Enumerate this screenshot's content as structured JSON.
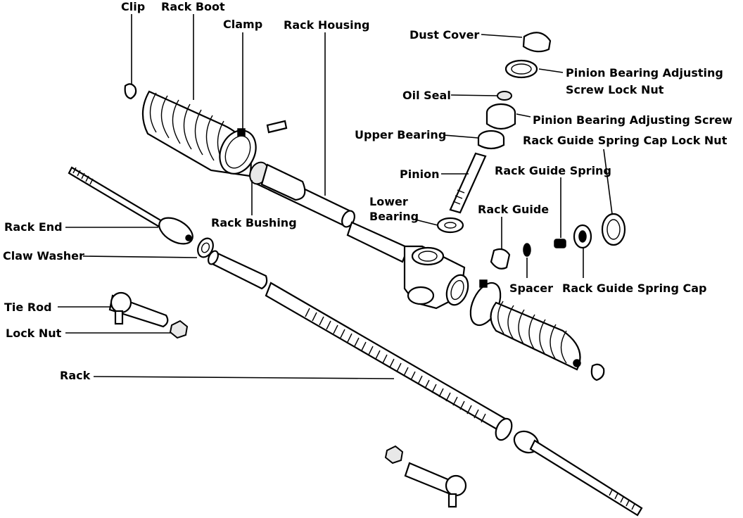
{
  "labels": {
    "clip": "Clip",
    "rack_boot": "Rack Boot",
    "clamp": "Clamp",
    "rack_housing": "Rack Housing",
    "dust_cover": "Dust Cover",
    "pinion_bearing_adjusting_screw_lock_nut_line1": "Pinion Bearing Adjusting",
    "pinion_bearing_adjusting_screw_lock_nut_line2": "Screw Lock Nut",
    "oil_seal": "Oil Seal",
    "pinion_bearing_adjusting_screw": "Pinion Bearing Adjusting Screw",
    "upper_bearing": "Upper Bearing",
    "rack_guide_spring_cap_lock_nut": "Rack Guide Spring Cap Lock Nut",
    "pinion": "Pinion",
    "rack_guide_spring": "Rack Guide Spring",
    "lower_bearing_line1": "Lower",
    "lower_bearing_line2": "Bearing",
    "rack_guide": "Rack Guide",
    "rack_end": "Rack End",
    "rack_bushing": "Rack Bushing",
    "claw_washer": "Claw Washer",
    "spacer": "Spacer",
    "rack_guide_spring_cap": "Rack Guide Spring Cap",
    "tie_rod": "Tie Rod",
    "lock_nut": "Lock Nut",
    "rack": "Rack"
  },
  "colors": {
    "ink": "#000000",
    "paper": "#ffffff"
  }
}
